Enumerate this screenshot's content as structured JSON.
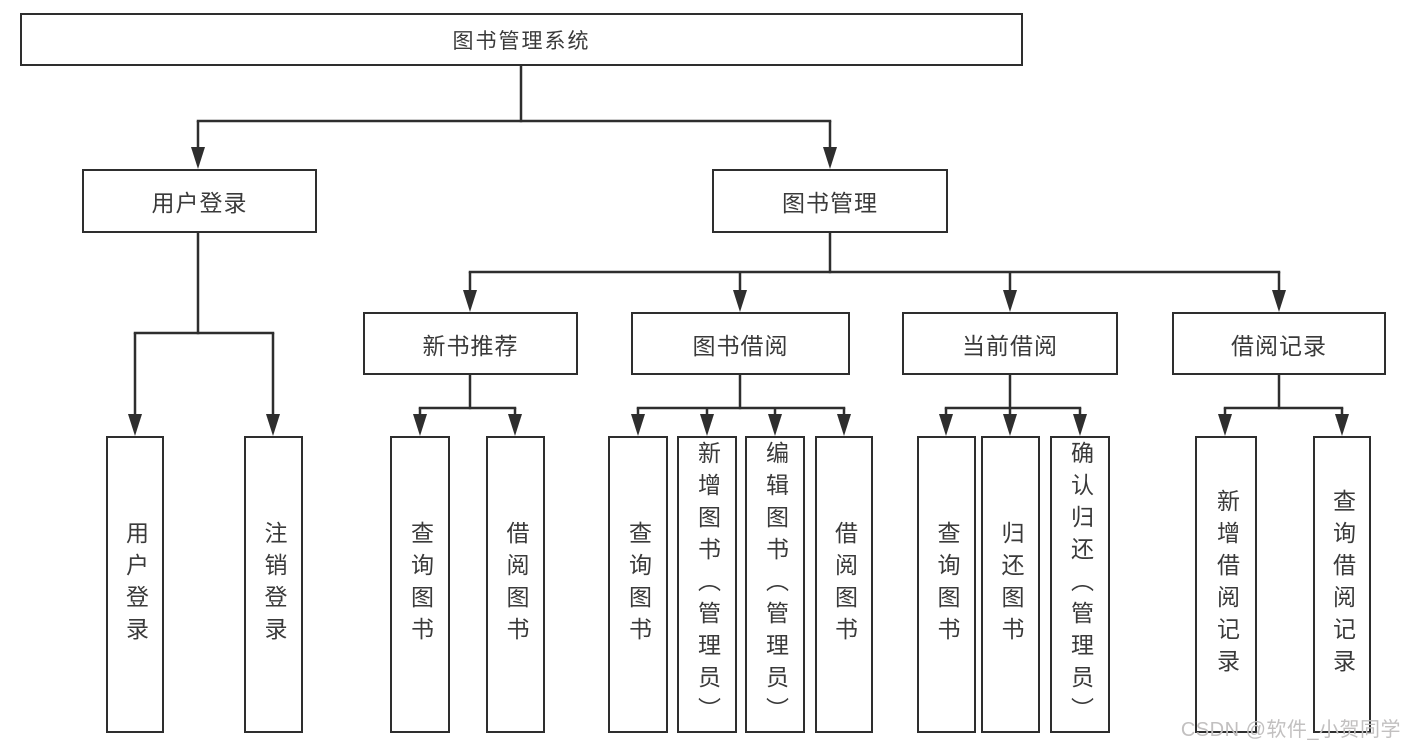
{
  "colors": {
    "line": "#2e2e2e",
    "border": "#2e2e2e",
    "text": "#3a3a3a",
    "watermark": "#c2c0c0",
    "background": "#ffffff"
  },
  "watermark": {
    "text": "CSDN @软件_小贺同学"
  },
  "diagram": {
    "type": "tree",
    "root": {
      "label": "图书管理系统"
    },
    "branches": [
      {
        "label": "用户登录",
        "children": [
          {
            "label": "用户登录"
          },
          {
            "label": "注销登录"
          }
        ]
      },
      {
        "label": "图书管理",
        "children": [
          {
            "label": "新书推荐",
            "children": [
              {
                "label": "查询图书"
              },
              {
                "label": "借阅图书"
              }
            ]
          },
          {
            "label": "图书借阅",
            "children": [
              {
                "label": "查询图书"
              },
              {
                "label": "新增图书（管理员）"
              },
              {
                "label": "编辑图书（管理员）"
              },
              {
                "label": "借阅图书"
              }
            ]
          },
          {
            "label": "当前借阅",
            "children": [
              {
                "label": "查询图书"
              },
              {
                "label": "归还图书"
              },
              {
                "label": "确认归还（管理员）"
              }
            ]
          },
          {
            "label": "借阅记录",
            "children": [
              {
                "label": "新增借阅记录"
              },
              {
                "label": "查询借阅记录"
              }
            ]
          }
        ]
      }
    ]
  }
}
